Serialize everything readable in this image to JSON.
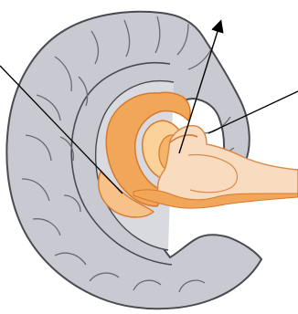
{
  "diagram": {
    "subject": "brain-medial-section-limbic",
    "labels": [],
    "pointers": [
      {
        "name": "upper-left-pointer-line",
        "target": "hippocampus"
      },
      {
        "name": "top-arrow",
        "target": "fornix"
      },
      {
        "name": "right-pointer-line",
        "target": "brainstem-region"
      }
    ],
    "colors": {
      "cortex_fill": "#c9c9d1",
      "cortex_outline": "#4a4a52",
      "limbic_orange": "#f2a65a",
      "limbic_light": "#fbd29a",
      "limbic_dark": "#d77a2c",
      "stem_fill": "#f9dcbf",
      "stem_outline": "#d98a4a",
      "line": "#000000"
    }
  }
}
